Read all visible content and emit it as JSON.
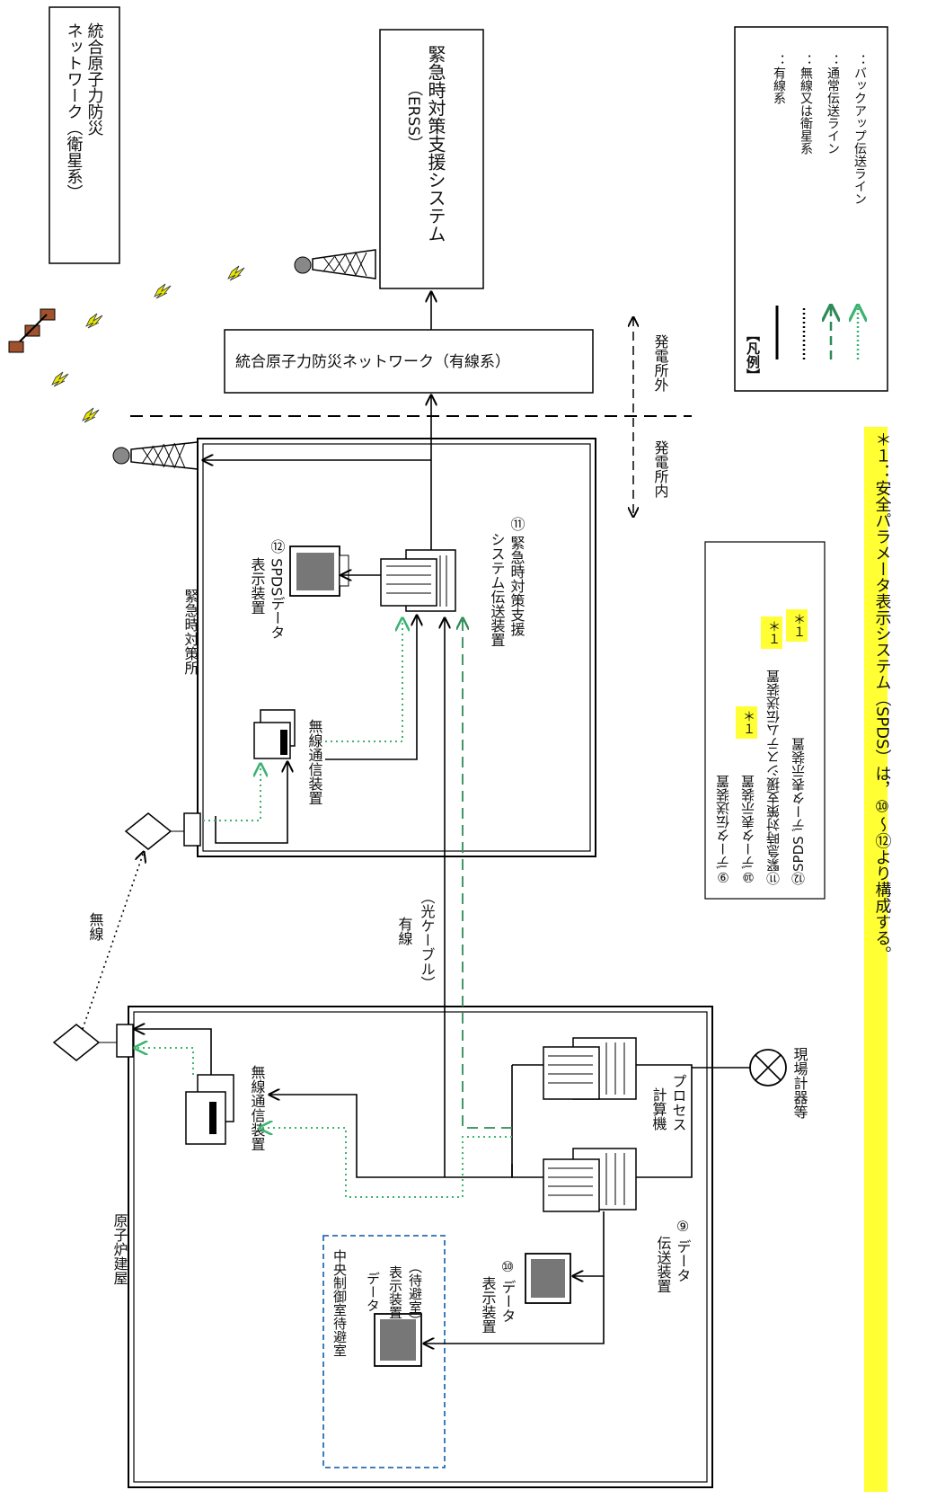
{
  "top": {
    "satellite_network": [
      "統合原子力防災",
      "ネットワーク（衛星系）"
    ],
    "erss": [
      "緊急時対策支援システム",
      "（ERSS）"
    ],
    "wired_network": "統合原子力防災ネットワーク（有線系）"
  },
  "legend": {
    "title": "【凡例】",
    "items": [
      {
        "label": "：有線系",
        "style": "solid",
        "color": "#000000"
      },
      {
        "label": "：無線又は衛星系",
        "style": "dotted",
        "color": "#000000"
      },
      {
        "label": "：通常伝送ライン",
        "style": "dashed",
        "color": "#2e8b57"
      },
      {
        "label": "：バックアップ伝送ライン",
        "style": "dotted",
        "color": "#3cb371"
      }
    ]
  },
  "boundary": {
    "outside": "発電所外",
    "inside": "発電所内"
  },
  "emergency_office": {
    "title": "緊急時対策所",
    "spds_display": [
      "⑫ SPDSデータ",
      "表示装置"
    ],
    "wireless_device": "無線通信装置",
    "erss_transmitter": [
      "⑪ 緊急時対策支援",
      "システム伝送装置"
    ]
  },
  "reactor_building": {
    "title": "原子炉建屋",
    "wireless_device": "無線通信装置",
    "process_computer": [
      "プロセス",
      "計算機"
    ],
    "data_transmitter": [
      "⑨ データ",
      "伝送装置"
    ],
    "data_display": [
      "⑩ データ",
      "表示装置"
    ],
    "control_room": {
      "title": "中央制御室待避室",
      "display": [
        "データ",
        "表示装置",
        "（待避室）"
      ]
    }
  },
  "links": {
    "wireless": "無線",
    "wired": [
      "有線",
      "（光ケーブル）"
    ]
  },
  "field": "現場計器等",
  "component_list": [
    {
      "label": "⑨データ伝送装置",
      "mark": ""
    },
    {
      "label": "⑩データ表示装置",
      "mark": "＊１"
    },
    {
      "label": "⑪緊急時対策支援システム伝送装置",
      "mark": "＊１"
    },
    {
      "label": "⑫SPDS データ表示装置",
      "mark": "＊１"
    }
  ],
  "footnote": "＊１：安全パラメータ表示システム（SPDS）は，⑩〜⑫より構成する。",
  "colors": {
    "normal_line": "#2e8b57",
    "backup_line": "#3cb371",
    "highlight": "#ffff33",
    "control_room_border": "#2a6db0"
  }
}
